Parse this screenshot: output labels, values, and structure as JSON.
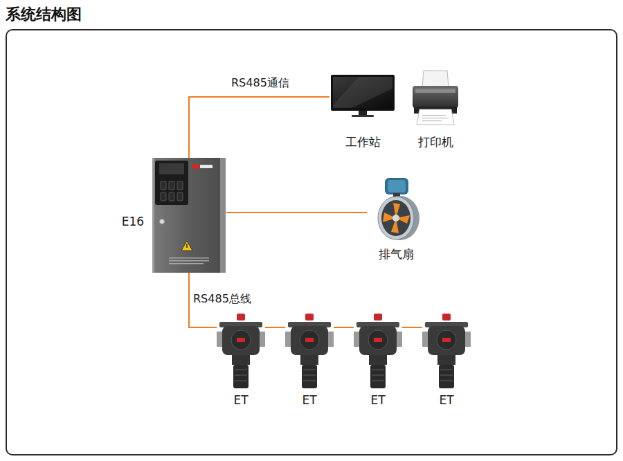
{
  "diagram": {
    "title": "系统结构图",
    "nodes": [
      {
        "text": [
          "E16"
        ]
      },
      {
        "text": [
          "工作站"
        ]
      },
      {
        "text": [
          "打印机"
        ]
      },
      {
        "text": [
          "排气扇"
        ]
      },
      {
        "text": [
          "ET"
        ]
      },
      {
        "text": [
          "ET"
        ]
      },
      {
        "text": [
          "ET"
        ]
      },
      {
        "text": [
          "ET"
        ]
      }
    ],
    "edges": [
      {
        "from": 0,
        "to": 1,
        "label": "RS485通信",
        "arrow": "none"
      },
      {
        "from": 0,
        "to": 3,
        "arrow": "none"
      },
      {
        "from": 0,
        "to": 4,
        "label": "RS485总线",
        "arrow": "none"
      },
      {
        "from": 4,
        "to": 5,
        "arrow": "none"
      },
      {
        "from": 5,
        "to": 6,
        "arrow": "none"
      },
      {
        "from": 6,
        "to": 7,
        "arrow": "none"
      }
    ]
  }
}
